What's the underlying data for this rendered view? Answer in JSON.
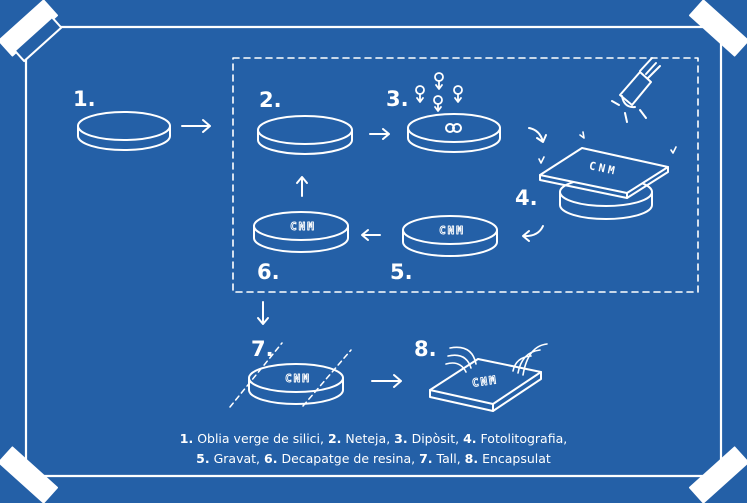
{
  "diagram": {
    "title": "",
    "steps": [
      {
        "num": "1.",
        "name": "Oblia verge de silici"
      },
      {
        "num": "2.",
        "name": "Neteja"
      },
      {
        "num": "3.",
        "name": "Dipòsit"
      },
      {
        "num": "4.",
        "name": "Fotolitografia"
      },
      {
        "num": "5.",
        "name": "Gravat"
      },
      {
        "num": "6.",
        "name": "Decapatge de resina"
      },
      {
        "num": "7.",
        "name": "Tall"
      },
      {
        "num": "8.",
        "name": "Encapsulat"
      }
    ],
    "wafer_label": "CNM",
    "separator": ", "
  },
  "colors": {
    "background": "#2460a7",
    "line": "#ffffff",
    "tape": "#ffffff"
  },
  "icons": [
    "wafer-icon",
    "arrow-icon",
    "lamp-icon",
    "mask-icon",
    "chip-icon",
    "molecule-icon",
    "tape-icon"
  ]
}
